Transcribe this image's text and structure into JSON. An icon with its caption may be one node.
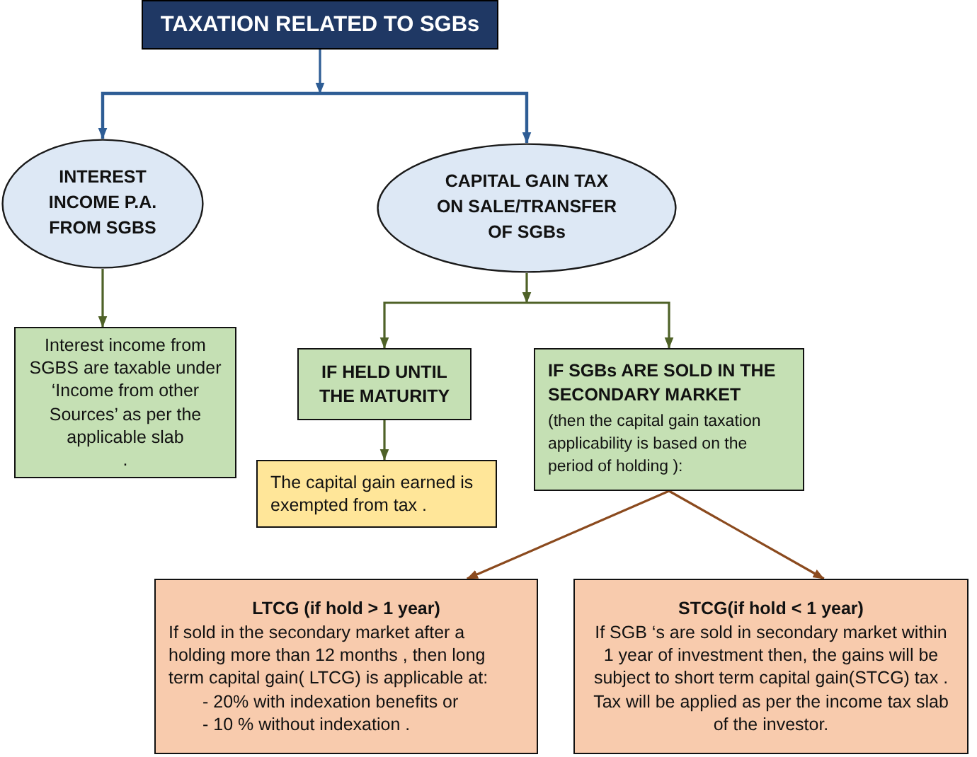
{
  "diagram": {
    "nodes": [
      {
        "text": [
          "TAXATION RELATED TO SGBs"
        ]
      },
      {
        "text": [
          "INTEREST INCOME P.A. FROM SGBS"
        ]
      },
      {
        "text": [
          "CAPITAL GAIN TAX ON SALE/TRANSFER OF SGBs"
        ]
      },
      {
        "text": [
          "Interest income from SGBS are taxable under ‘Income from other Sources’ as per the applicable slab",
          "."
        ]
      },
      {
        "text": [
          "IF HELD UNTIL THE MATURITY"
        ]
      },
      {
        "text": [
          "The capital gain earned is exempted from tax ."
        ]
      },
      {
        "text": [
          "IF SGBs ARE SOLD IN THE SECONDARY MARKET",
          "(then the capital gain taxation applicability is based on the period of holding ):"
        ]
      },
      {
        "text": [
          "LTCG (if hold > 1 year)",
          "If sold in the secondary market after a holding more than 12 months , then long term capital gain( LTCG) is applicable at:",
          "- 20% with indexation benefits or",
          "- 10 % without indexation ."
        ]
      },
      {
        "text": [
          "STCG(if hold < 1 year)",
          "If SGB ‘s are sold in secondary market within 1 year of investment then, the gains will be subject to short term capital gain(STCG) tax . Tax will be applied as per the income tax slab of the investor."
        ]
      }
    ],
    "edges": [
      {
        "from": 0,
        "to": 1,
        "arrow": "to",
        "color": "#2e5d95"
      },
      {
        "from": 0,
        "to": 2,
        "arrow": "to",
        "color": "#2e5d95"
      },
      {
        "from": 1,
        "to": 3,
        "arrow": "to"
      },
      {
        "from": 2,
        "to": 4,
        "arrow": "to"
      },
      {
        "from": 2,
        "to": 6,
        "arrow": "to"
      },
      {
        "from": 4,
        "to": 5,
        "arrow": "to"
      },
      {
        "from": 6,
        "to": 7,
        "arrow": "to",
        "color": "#8b4a1e"
      },
      {
        "from": 6,
        "to": 8,
        "arrow": "to",
        "color": "#8b4a1e"
      }
    ]
  }
}
